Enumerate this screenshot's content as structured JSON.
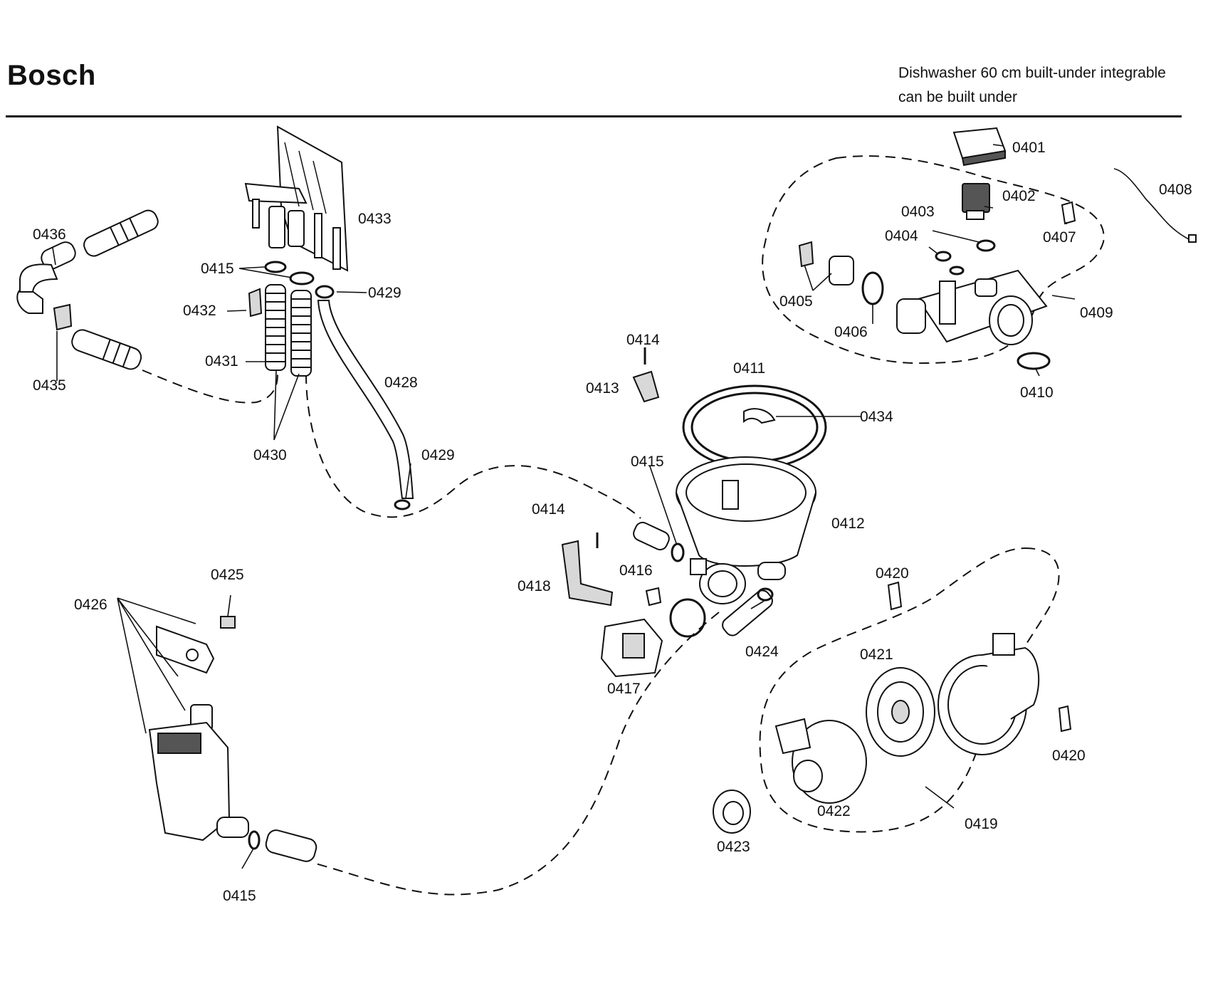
{
  "header": {
    "brand": "Bosch",
    "subtitle_line1": "Dishwasher 60 cm built-under integrable",
    "subtitle_line2": "can be built under"
  },
  "callouts": {
    "c0401": "0401",
    "c0402": "0402",
    "c0403": "0403",
    "c0404": "0404",
    "c0405": "0405",
    "c0406": "0406",
    "c0407": "0407",
    "c0408": "0408",
    "c0409": "0409",
    "c0410": "0410",
    "c0411": "0411",
    "c0412": "0412",
    "c0413": "0413",
    "c0414a": "0414",
    "c0414b": "0414",
    "c0415a": "0415",
    "c0415b": "0415",
    "c0415c": "0415",
    "c0416": "0416",
    "c0417": "0417",
    "c0418": "0418",
    "c0419": "0419",
    "c0420a": "0420",
    "c0420b": "0420",
    "c0421": "0421",
    "c0422": "0422",
    "c0423": "0423",
    "c0424": "0424",
    "c0425": "0425",
    "c0426": "0426",
    "c0428": "0428",
    "c0429a": "0429",
    "c0429b": "0429",
    "c0430": "0430",
    "c0431": "0431",
    "c0432": "0432",
    "c0433": "0433",
    "c0434": "0434",
    "c0435": "0435",
    "c0436": "0436"
  }
}
